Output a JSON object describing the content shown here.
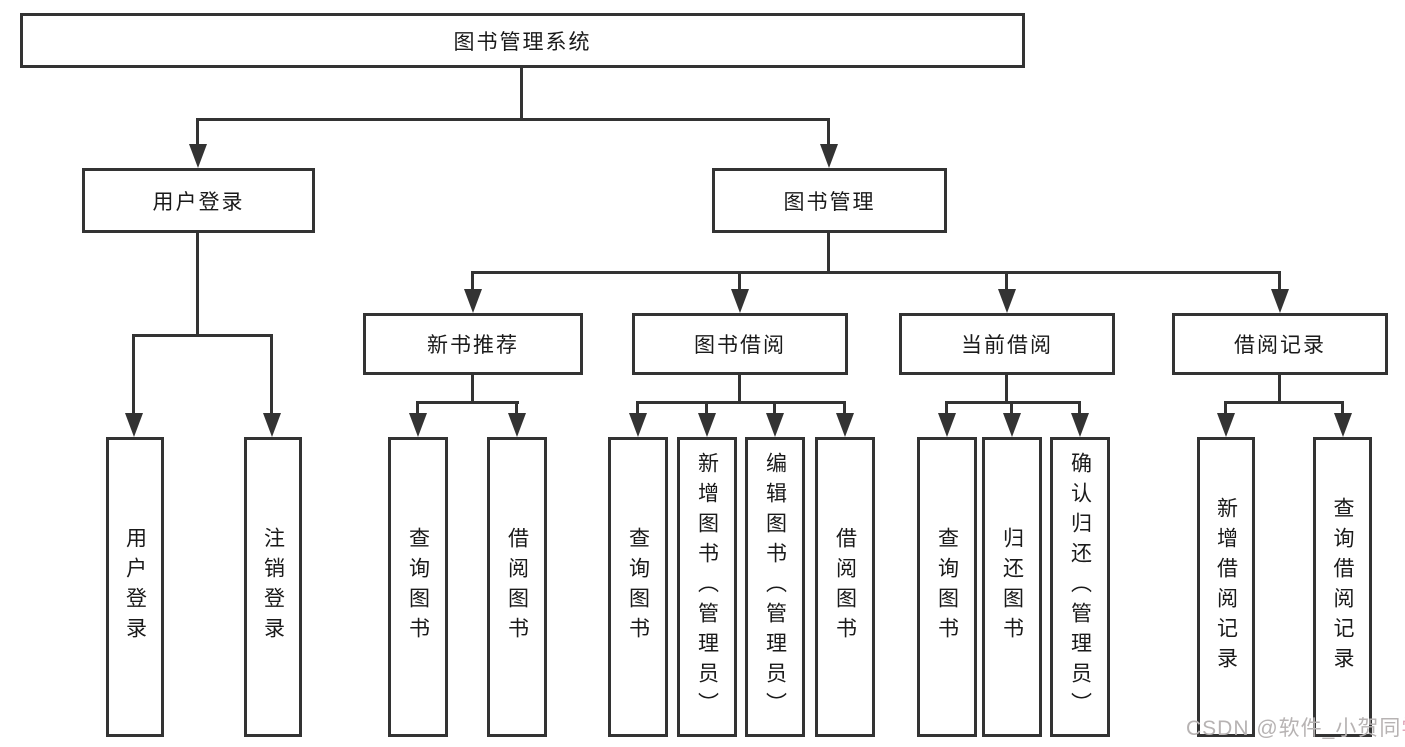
{
  "tree": {
    "label": "图书管理系统",
    "children": [
      {
        "label": "用户登录",
        "children": [
          {
            "label": "用户登录"
          },
          {
            "label": "注销登录"
          }
        ]
      },
      {
        "label": "图书管理",
        "children": [
          {
            "label": "新书推荐",
            "children": [
              {
                "label": "查询图书"
              },
              {
                "label": "借阅图书"
              }
            ]
          },
          {
            "label": "图书借阅",
            "children": [
              {
                "label": "查询图书"
              },
              {
                "label": "新增图书（管理员）"
              },
              {
                "label": "编辑图书（管理员）"
              },
              {
                "label": "借阅图书"
              }
            ]
          },
          {
            "label": "当前借阅",
            "children": [
              {
                "label": "查询图书"
              },
              {
                "label": "归还图书"
              },
              {
                "label": "确认归还（管理员）"
              }
            ]
          },
          {
            "label": "借阅记录",
            "children": [
              {
                "label": "新增借阅记录"
              },
              {
                "label": "查询借阅记录"
              }
            ]
          }
        ]
      }
    ]
  },
  "watermark": {
    "prefix": "CSDN @软件_小贺同",
    "accent": "学"
  },
  "colors": {
    "line": "#333333",
    "text": "#1a1a1a",
    "background": "#ffffff",
    "watermark_gray": "#b7b3b3",
    "watermark_pink": "#dfa9bb"
  }
}
